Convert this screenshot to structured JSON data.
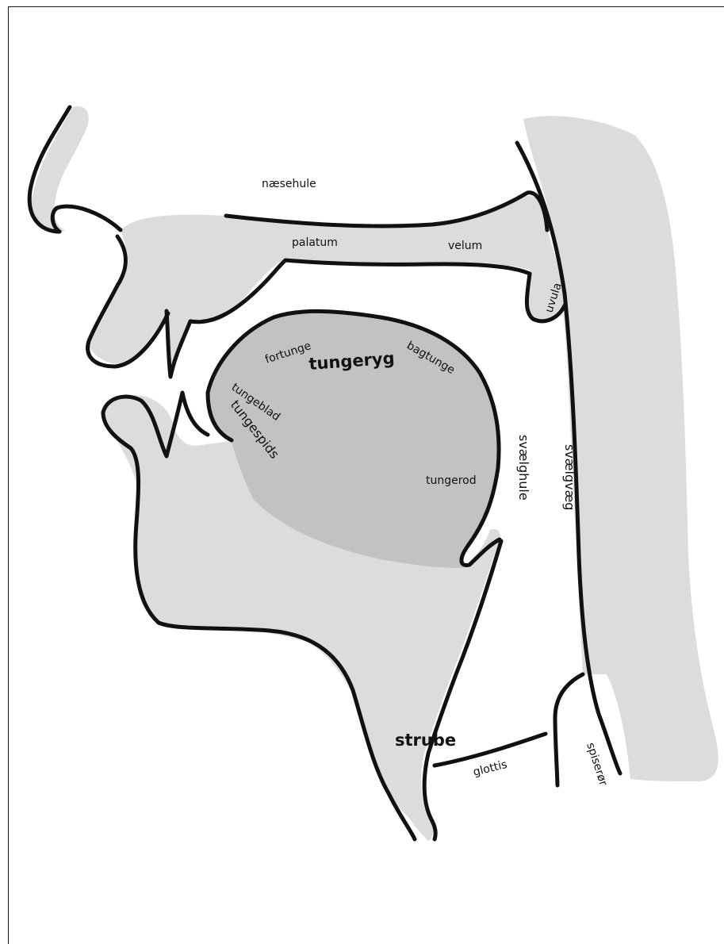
{
  "labels": {
    "naesehule": "næsehule",
    "palatum": "palatum",
    "velum": "velum",
    "uvula": "uvula",
    "fortunge": "fortunge",
    "tungeryg": "tungeryg",
    "bagtunge": "bagtunge",
    "tungeblad": "tungeblad",
    "tungespids": "tungespids",
    "tungerod": "tungerod",
    "svaelghule": "svælghule",
    "svaelgvaeg": "svælgvæg",
    "strube": "strube",
    "glottis": "glottis",
    "spiseror": "spiserør"
  },
  "colors": {
    "tissue": "#dcdcdc",
    "tongue": "#c2c2c2",
    "outline": "#111111",
    "background": "#ffffff"
  }
}
